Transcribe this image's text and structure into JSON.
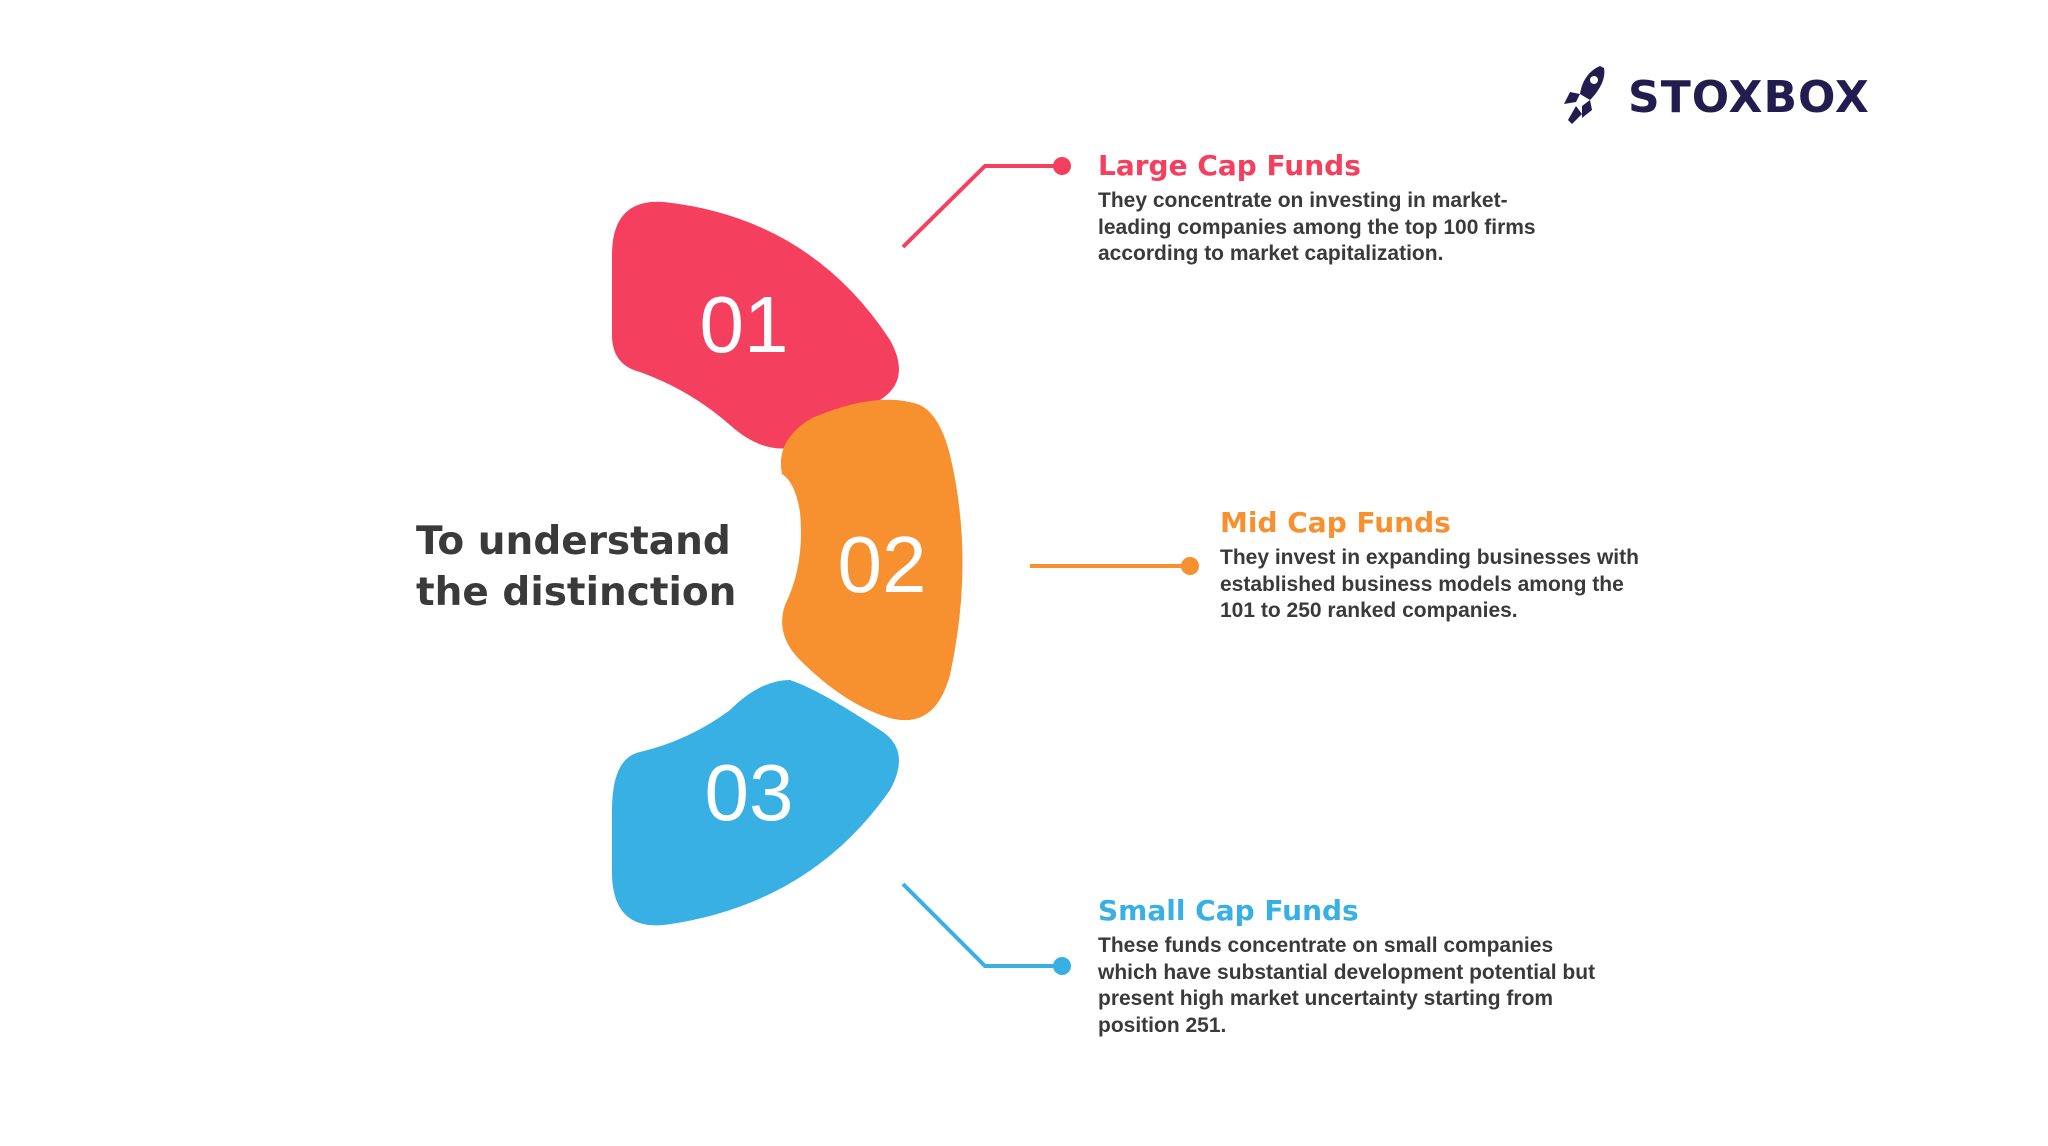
{
  "brand": {
    "name": "STOXBOX",
    "icon": "rocket-icon",
    "color": "#231d4f"
  },
  "intro": "To understand the distinction",
  "items": [
    {
      "number": "01",
      "title": "Large Cap Funds",
      "description": "They concentrate on investing in market-leading companies among the top 100 firms according to market capitalization.",
      "color": "#f43f5e"
    },
    {
      "number": "02",
      "title": "Mid Cap Funds",
      "description": "They invest in expanding businesses with established business models among the 101 to 250 ranked companies.",
      "color": "#f7902f"
    },
    {
      "number": "03",
      "title": "Small Cap Funds",
      "description": "These funds concentrate on small companies which have substantial development potential but present high market uncertainty starting from position 251.",
      "color": "#38b0e3"
    }
  ],
  "text_color": "#3a3a3a"
}
